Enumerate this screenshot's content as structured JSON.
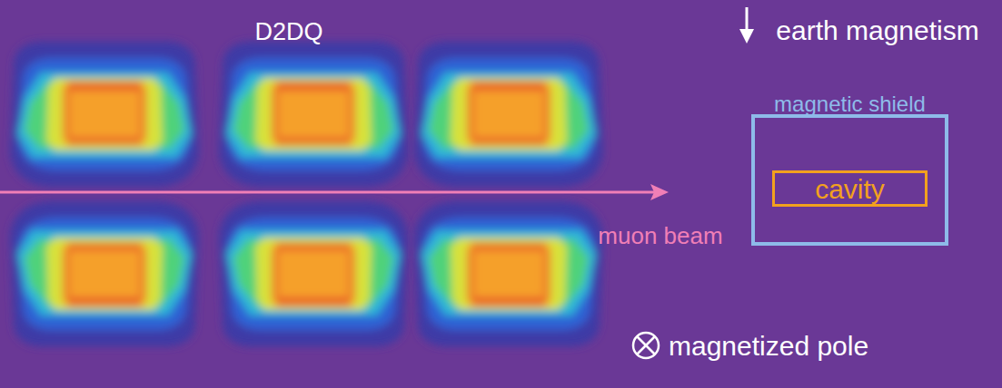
{
  "diagram": {
    "nodes": [
      {
        "text": [
          "magnetic shield"
        ]
      },
      {
        "text": [
          "cavity"
        ],
        "in": 0
      }
    ],
    "labels": [
      "D2DQ",
      "earth magnetism",
      "muon beam",
      "magnetized pole"
    ]
  }
}
